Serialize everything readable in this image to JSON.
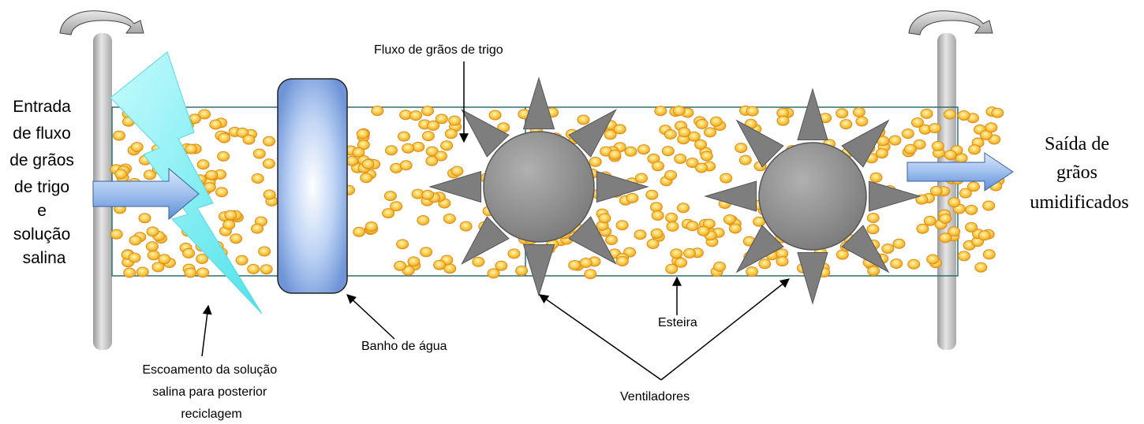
{
  "labels": {
    "inlet": [
      "Entrada",
      "de fluxo",
      "de grãos",
      "de trigo",
      "e",
      "solução",
      "salina"
    ],
    "grain_flow": "Fluxo de grãos de trigo",
    "outlet": [
      "Saída de",
      "grãos",
      "umidificados"
    ],
    "water_bath": "Banho de água",
    "drainage": [
      "Escoamento da solução",
      "salina para posterior",
      "reciclagem"
    ],
    "belt": "Esteira",
    "fans": "Ventiladores"
  },
  "colors": {
    "belt_border": "#2f6f6f",
    "grain_fill": "#f6c23a",
    "grain_stroke": "#e08a1a",
    "bath_fill": "#8fb4e8",
    "lightning_fill": "#6ff0f4",
    "fan_fill": "#8c8c8c",
    "roller_fill": "#c8c8c8"
  }
}
